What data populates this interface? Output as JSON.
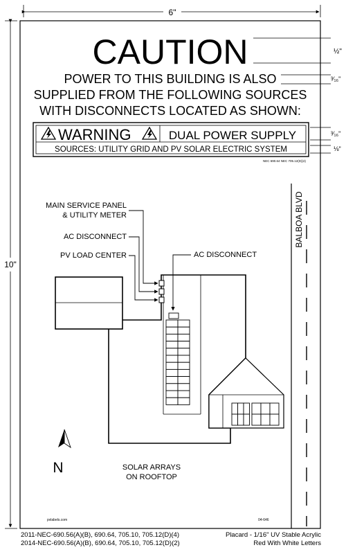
{
  "dims": {
    "width_label": "6\"",
    "height_label": "10\""
  },
  "header": {
    "caution": "CAUTION",
    "line1": "POWER TO THIS BUILDING IS ALSO",
    "line2": "SUPPLIED FROM THE FOLLOWING SOURCES",
    "line3": "WITH DISCONNECTS LOCATED AS SHOWN:"
  },
  "warning_box": {
    "warning": "WARNING",
    "dual_power": "DUAL POWER SUPPLY",
    "sources": "SOURCES: UTILITY GRID AND PV SOLAR ELECTRIC SYSTEM",
    "nec_ref": "NEC 690.64   NEC 705.12(D)(4)"
  },
  "size_callouts": {
    "caution": "½\"",
    "line": "³⁄₁₆\"",
    "warning": "³⁄₁₆\"",
    "sources": "⅛\""
  },
  "labels": {
    "main_service_1": "MAIN SERVICE PANEL",
    "main_service_2": "& UTILITY METER",
    "ac_disconnect_left": "AC DISCONNECT",
    "pv_load_center": "PV LOAD CENTER",
    "ac_disconnect_right": "AC DISCONNECT",
    "street": "BALBOA BLVD",
    "north": "N",
    "solar_1": "SOLAR ARRAYS",
    "solar_2": "ON ROOFTOP",
    "brand": "pvlabels.com",
    "part_no": "04-646"
  },
  "footer": {
    "nec_2011": "2011-NEC-690.56(A)(B), 690.64, 705.10, 705.12(D)(4)",
    "nec_2014": "2014-NEC-690.56(A)(B), 690.64, 705.10, 705.12(D)(2)",
    "material": "Placard - 1/16\" UV Stable Acrylic",
    "lettering": "Red With White Letters"
  }
}
